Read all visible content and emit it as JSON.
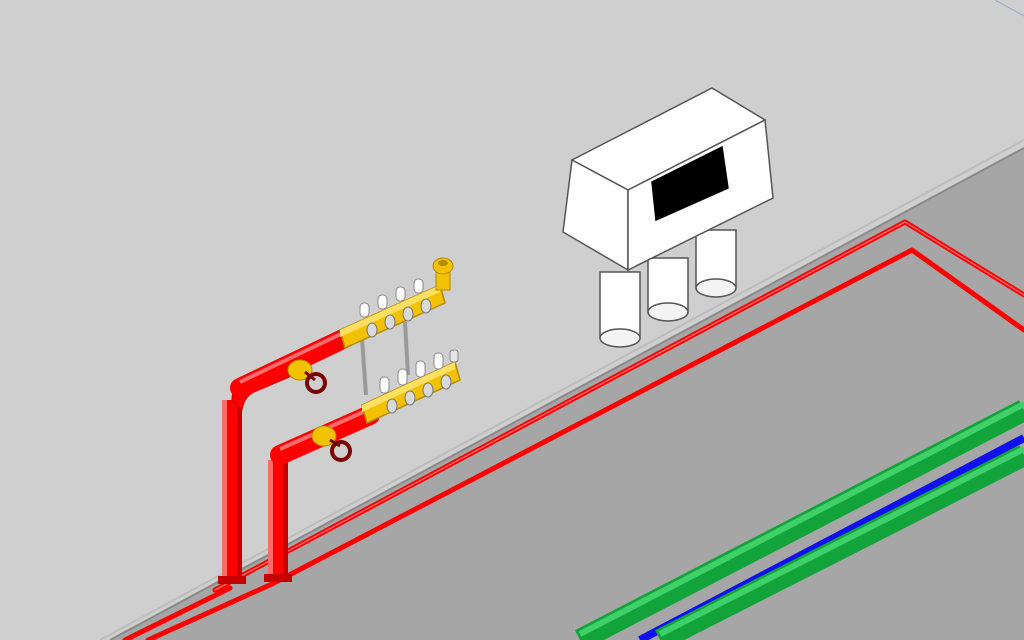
{
  "scene": {
    "type": "3D isometric plumbing model view",
    "colors": {
      "wall": "#cfcfcf",
      "floor": "#a6a6a6",
      "floor_edge": "#8c8c8c",
      "pipe_red": "#ff0000",
      "pipe_red_dark": "#c40000",
      "pipe_green": "#12a43a",
      "pipe_green_light": "#3fd06a",
      "pipe_blue": "#1010f0",
      "brass": "#f2c200",
      "brass_dark": "#b58a00",
      "valve_dark": "#7a0000",
      "filter_white": "#ffffff",
      "filter_outline": "#555555",
      "display_black": "#000000"
    },
    "objects": {
      "manifold": {
        "outlets_supply": 4,
        "outlets_return": 4
      },
      "filter_unit": {
        "canisters": 3
      },
      "floor_pipes": [
        "red-loop-outer",
        "red-loop-inner",
        "green-pipe",
        "blue-pipe",
        "green-pipe-2"
      ]
    }
  }
}
